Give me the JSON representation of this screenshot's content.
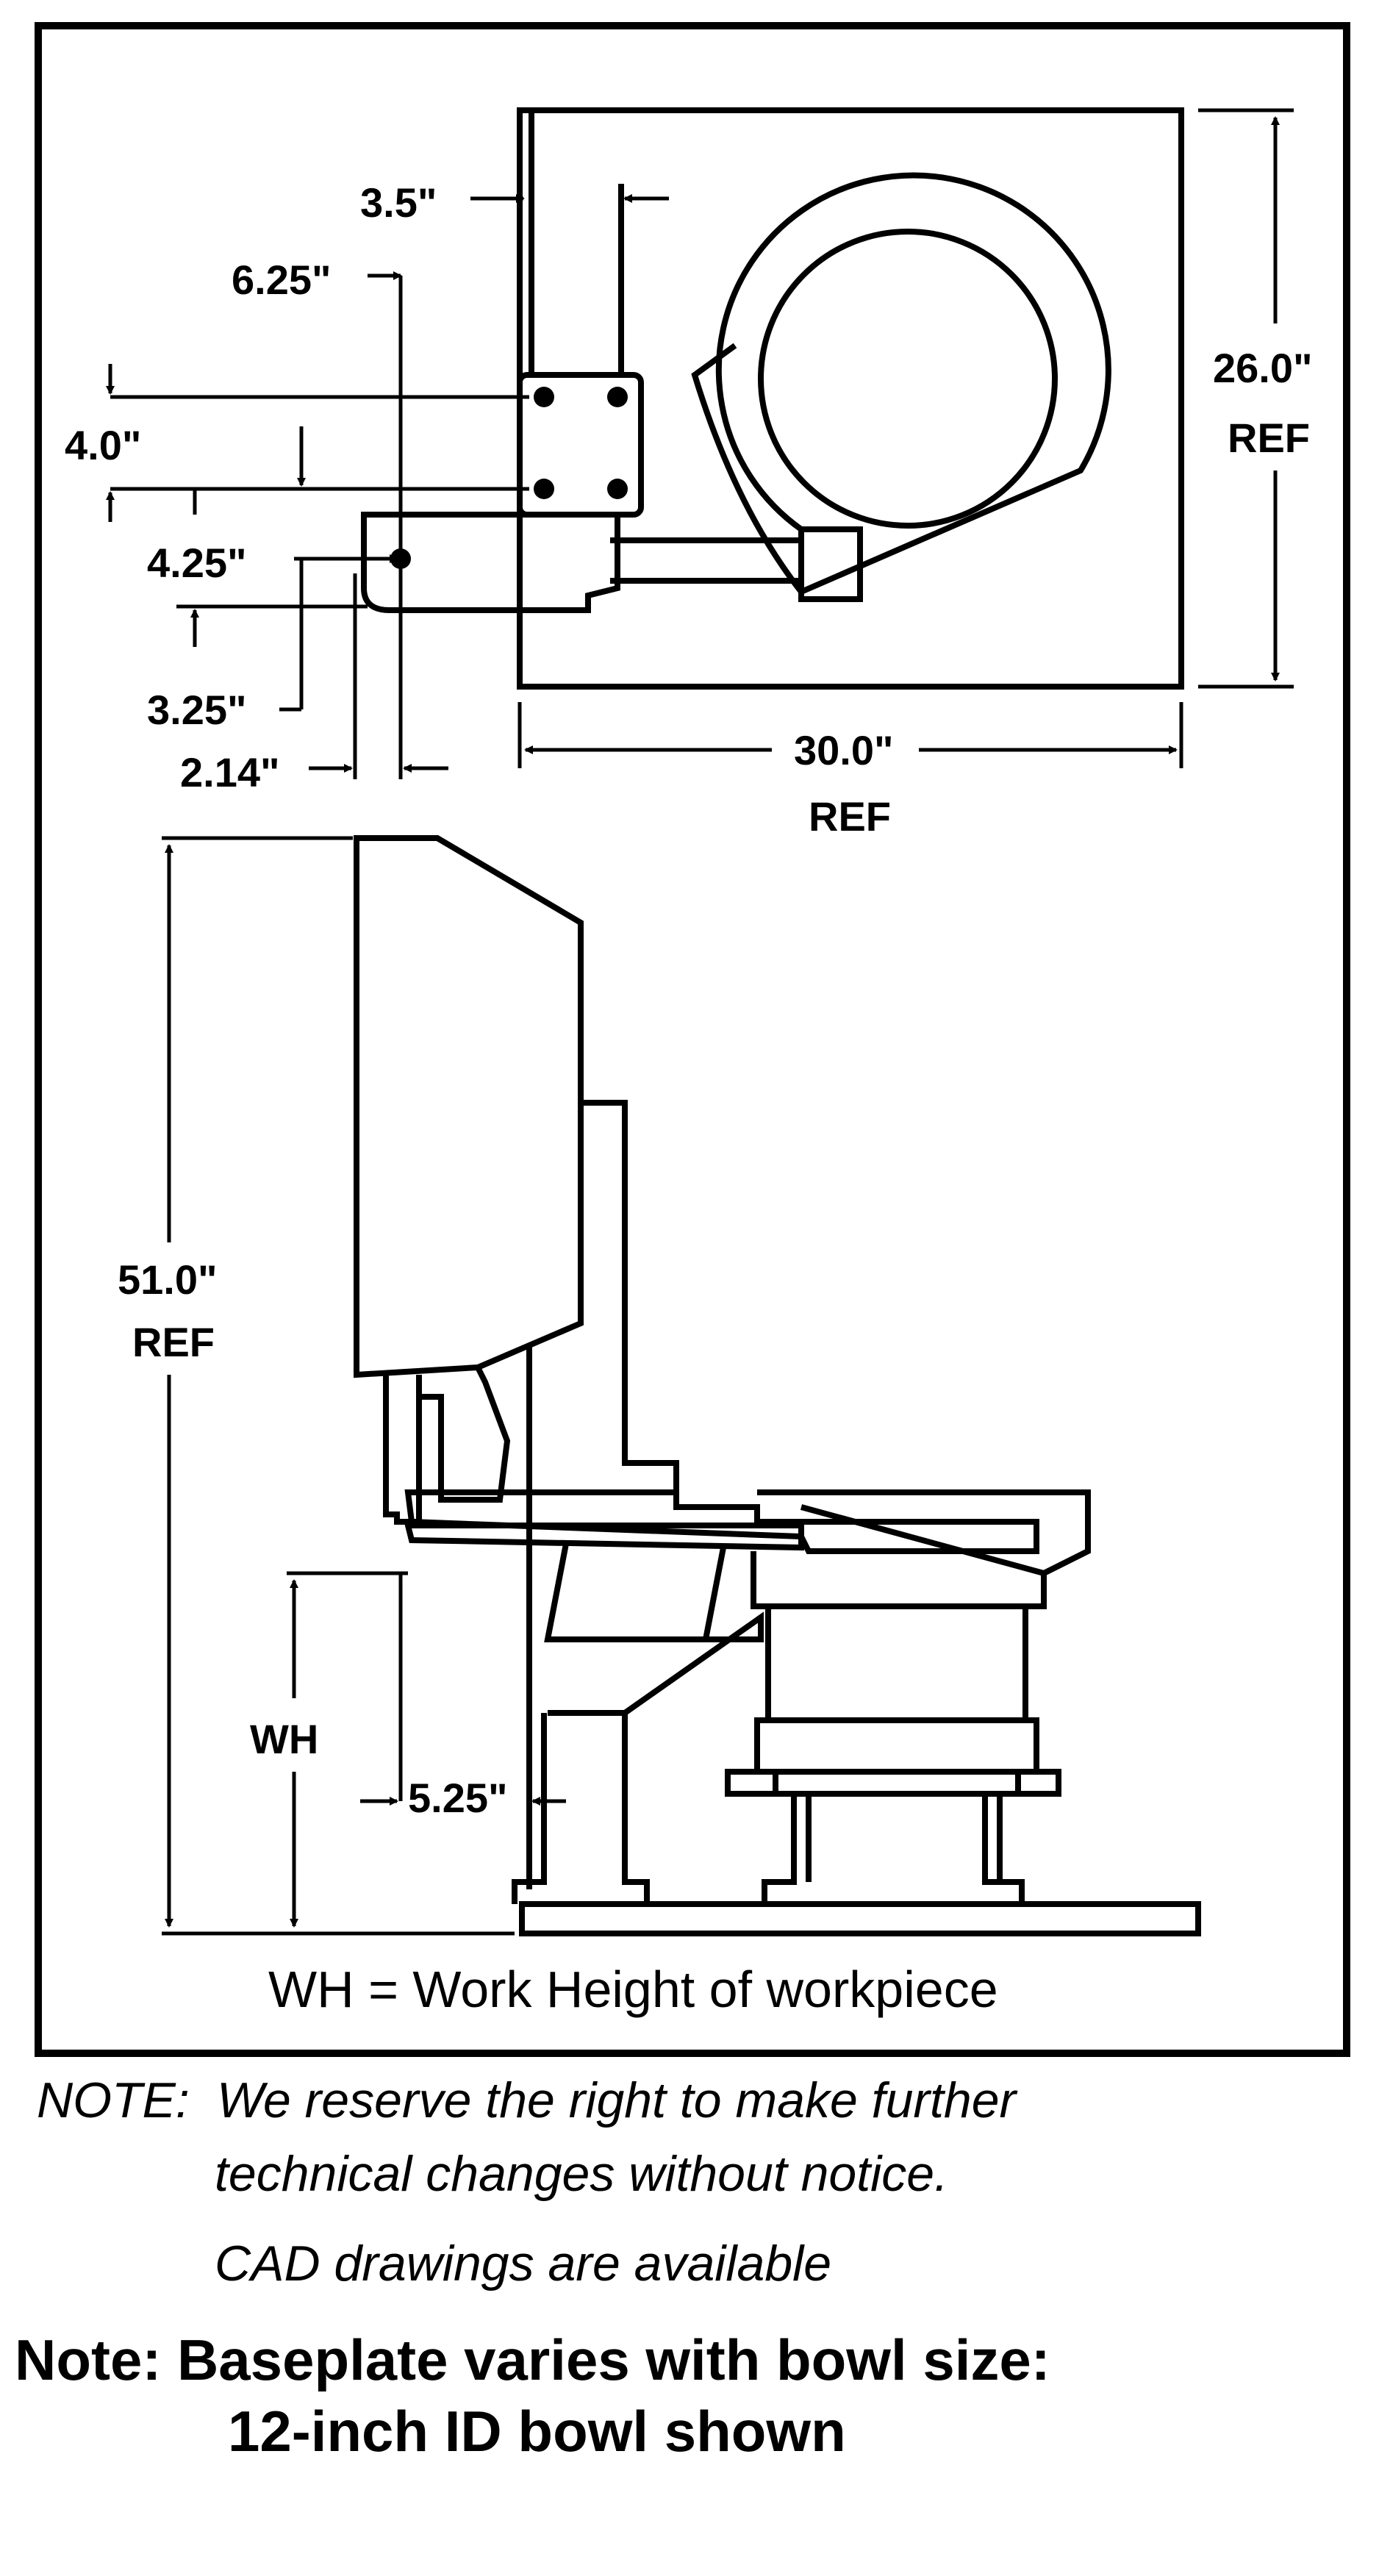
{
  "dimensions": {
    "d_3_5": "3.5\"",
    "d_6_25": "6.25\"",
    "d_4_0": "4.0\"",
    "d_4_25": "4.25\"",
    "d_3_25": "3.25\"",
    "d_2_14": "2.14\"",
    "d_26_0": "26.0\"",
    "d_30_0": "30.0\"",
    "d_51_0": "51.0\"",
    "d_5_25": "5.25\"",
    "ref": "REF",
    "wh": "WH"
  },
  "caption": "WH = Work Height of workpiece",
  "notes": {
    "label": "NOTE:",
    "line1": "We reserve the right to make further",
    "line2": "technical changes without notice.",
    "line3": "CAD drawings are available"
  },
  "baseplate_note": {
    "line1": "Note: Baseplate varies with bowl size:",
    "line2": "12-inch ID bowl shown"
  }
}
